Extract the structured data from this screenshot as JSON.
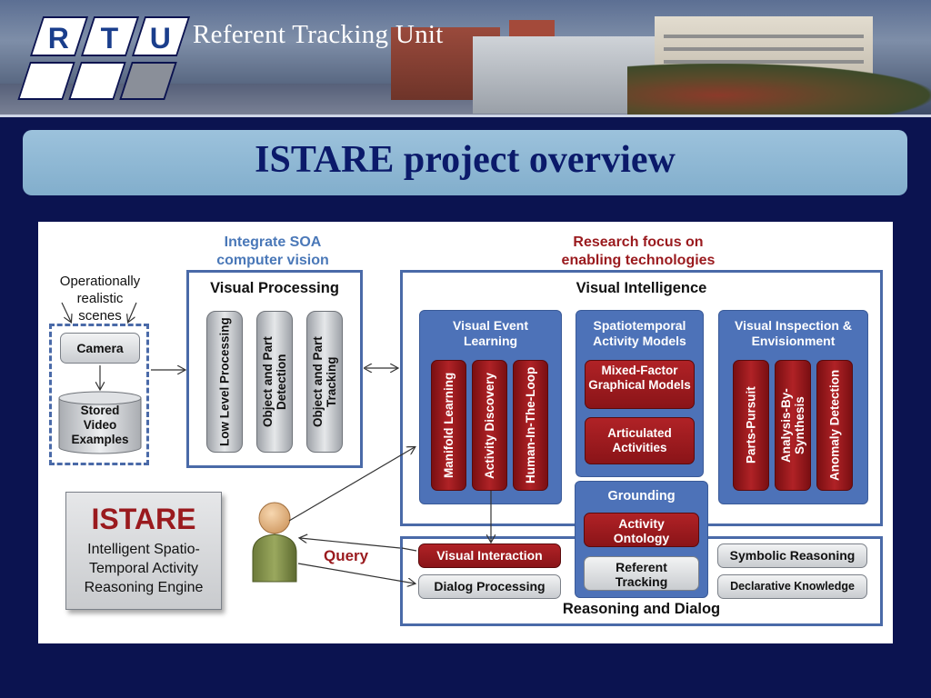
{
  "header": {
    "logo_letters": [
      "R",
      "T",
      "U"
    ],
    "unit_name": "Referent Tracking Unit"
  },
  "slide_title": "ISTARE project overview",
  "diagram": {
    "soa_label_1": "Integrate SOA",
    "soa_label_2": "computer vision",
    "research_label_1": "Research focus on",
    "research_label_2": "enabling technologies",
    "scenes_label_1": "Operationally",
    "scenes_label_2": "realistic",
    "scenes_label_3": "scenes",
    "camera": "Camera",
    "stored_video_1": "Stored",
    "stored_video_2": "Video",
    "stored_video_3": "Examples",
    "visual_processing": {
      "title": "Visual Processing",
      "items": [
        "Low Level Processing",
        "Object and Part Detection",
        "Object and Part Tracking"
      ]
    },
    "visual_intelligence": {
      "title": "Visual Intelligence",
      "event_learning": {
        "title_1": "Visual Event",
        "title_2": "Learning",
        "items": [
          "Manifold Learning",
          "Activity Discovery",
          "Human-In-The-Loop"
        ]
      },
      "spatiotemporal": {
        "title_1": "Spatiotemporal",
        "title_2": "Activity Models",
        "items": [
          "Mixed-Factor Graphical Models",
          "Articulated Activities"
        ]
      },
      "inspection": {
        "title_1": "Visual Inspection &",
        "title_2": "Envisionment",
        "items": [
          "Parts-Pursuit",
          "Analysis-By-Synthesis",
          "Anomaly Detection"
        ]
      }
    },
    "grounding": {
      "title": "Grounding",
      "activity_ontology_1": "Activity",
      "activity_ontology_2": "Ontology",
      "referent_tracking_1": "Referent",
      "referent_tracking_2": "Tracking"
    },
    "reasoning": {
      "title": "Reasoning and Dialog",
      "visual_interaction": "Visual Interaction",
      "dialog_processing": "Dialog Processing",
      "symbolic_reasoning": "Symbolic Reasoning",
      "declarative_knowledge": "Declarative Knowledge"
    },
    "query_label": "Query",
    "istare": {
      "name": "ISTARE",
      "desc_1": "Intelligent Spatio-",
      "desc_2": "Temporal Activity",
      "desc_3": "Reasoning Engine"
    }
  },
  "colors": {
    "background": "#0b1350",
    "title_text": "#0b1a6a",
    "accent_red": "#9a1a1e",
    "accent_blue": "#4d72b8",
    "soa_label": "#4a78b8"
  }
}
